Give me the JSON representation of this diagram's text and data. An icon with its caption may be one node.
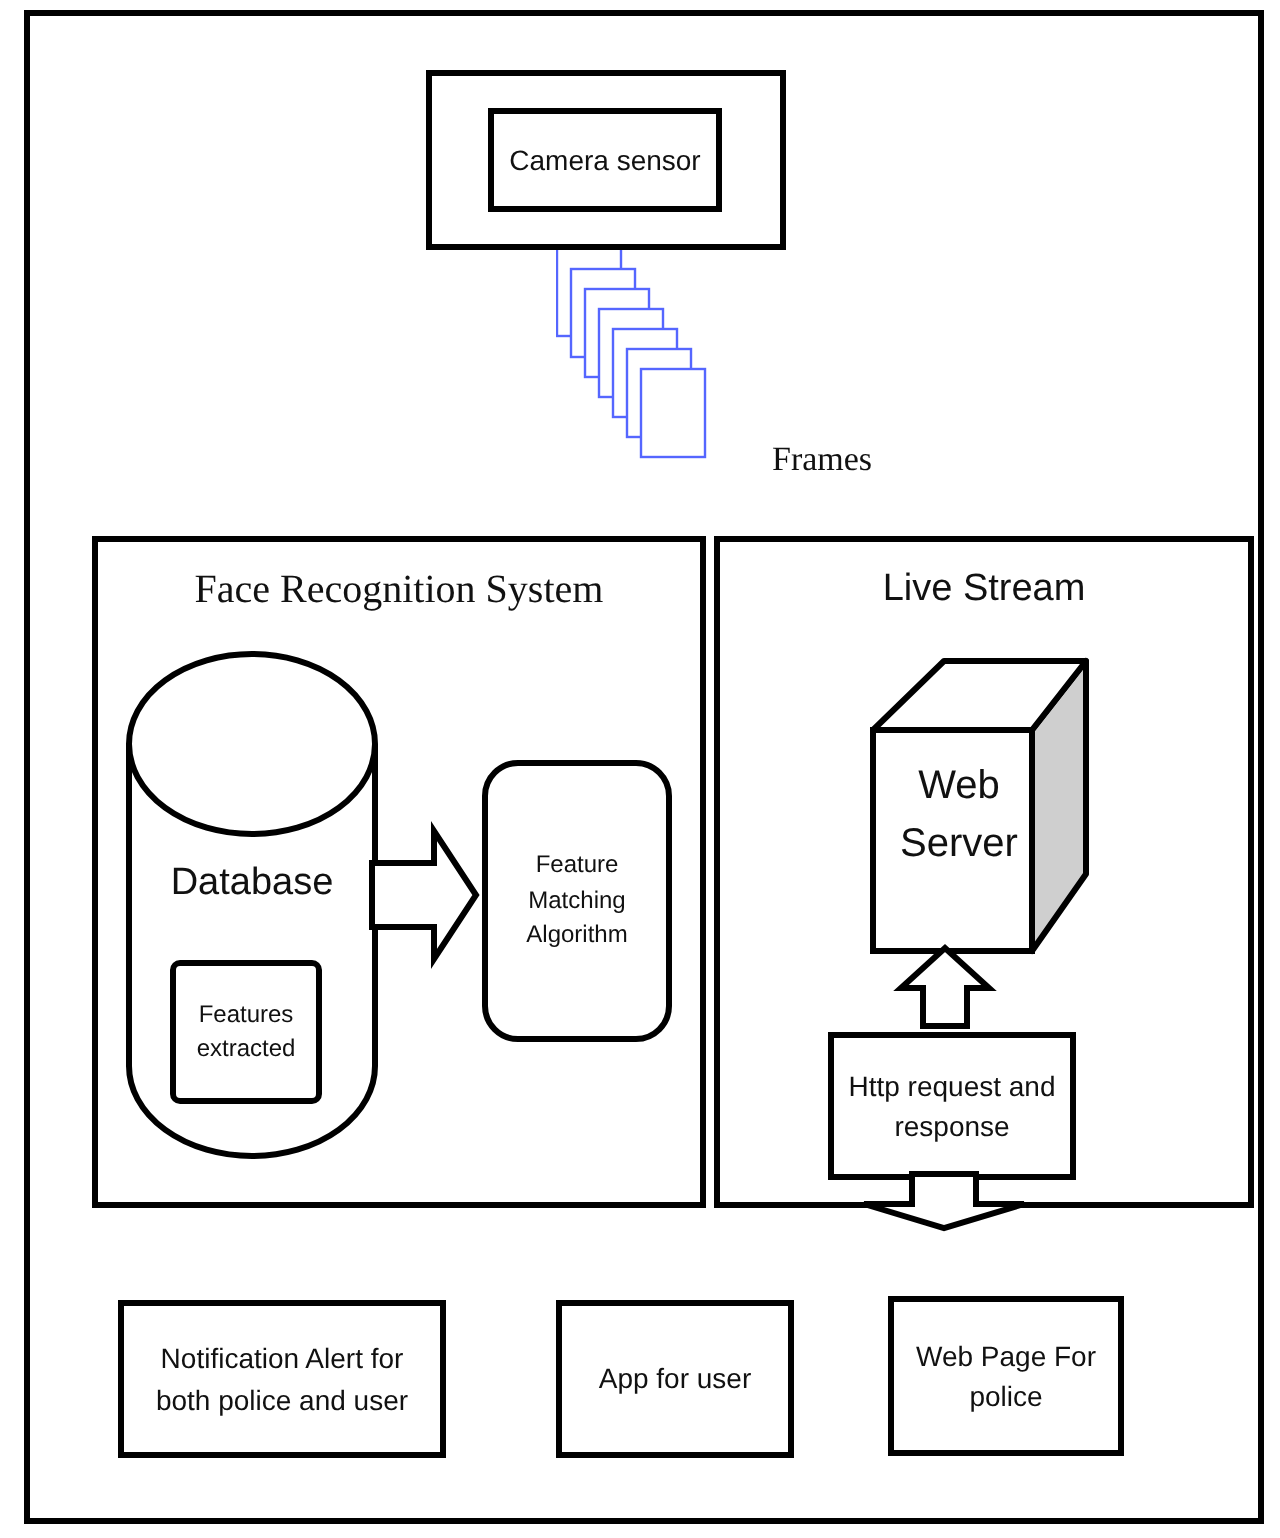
{
  "diagram": {
    "nodes": [
      {
        "text": [],
        "shape": "box"
      },
      {
        "text": [
          "Camera sensor"
        ],
        "in": 0
      },
      {
        "text": [
          "Face Recognition System"
        ]
      },
      {
        "text": [
          "Database"
        ],
        "in": 2
      },
      {
        "text": [
          "Features extracted"
        ],
        "in": 3
      },
      {
        "text": [
          "Feature Matching Algorithm"
        ],
        "in": 2
      },
      {
        "text": [
          "Live Stream"
        ]
      },
      {
        "text": [
          "Web Server"
        ],
        "in": 6
      },
      {
        "text": [
          "Http request and response"
        ],
        "in": 6
      },
      {
        "text": [
          "Notification Alert for both police and user"
        ]
      },
      {
        "text": [
          "App for user"
        ]
      },
      {
        "text": [
          "Web Page For police"
        ]
      }
    ],
    "edges": [
      {
        "from": 3,
        "to": 5,
        "arrow": "to",
        "style": "thick"
      },
      {
        "from": 8,
        "to": 7,
        "arrow": "to",
        "style": "thick"
      },
      {
        "from": 8,
        "to": null,
        "arrow": "to",
        "style": "thick"
      }
    ],
    "labels": [
      "Frames"
    ]
  }
}
